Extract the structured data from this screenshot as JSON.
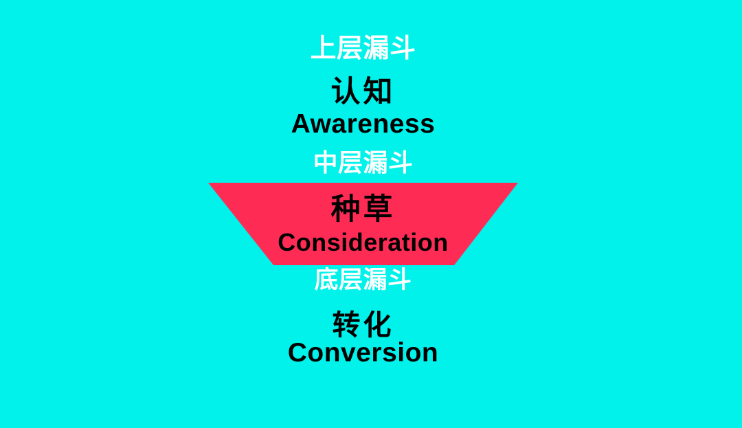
{
  "colors": {
    "background": "#00F2EA",
    "funnel_shape": "#FE2C55",
    "label_light": "#FFFFFF",
    "label_dark": "#000000"
  },
  "funnel": {
    "stages": [
      {
        "tier_label": "上层漏斗",
        "name_cn": "认知",
        "name_en": "Awareness"
      },
      {
        "tier_label": "中层漏斗",
        "name_cn": "种草",
        "name_en": "Consideration"
      },
      {
        "tier_label": "底层漏斗",
        "name_cn": "转化",
        "name_en": "Conversion"
      }
    ]
  }
}
